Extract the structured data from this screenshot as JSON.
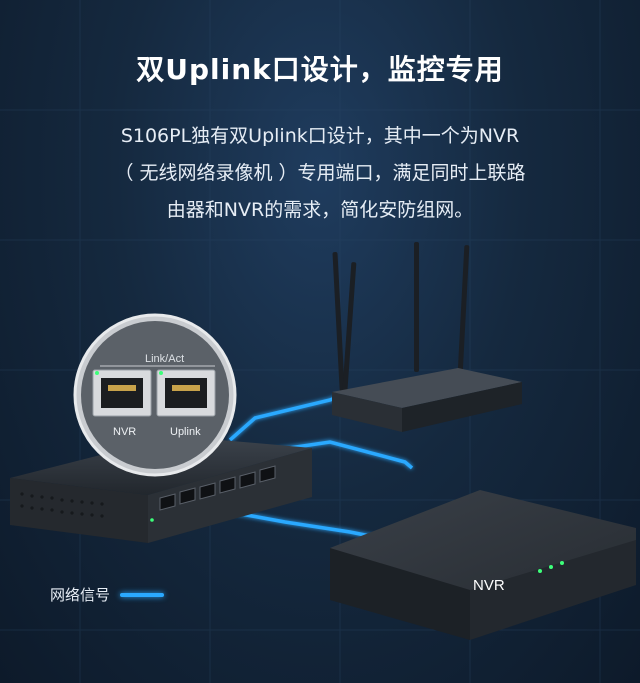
{
  "heading": "双Uplink口设计，监控专用",
  "description": {
    "line1": "S106PL独有双Uplink口设计，其中一个为NVR",
    "line2": "（ 无线网络录像机 ）专用端口，满足同时上联路",
    "line3": "由器和NVR的需求，简化安防组网。"
  },
  "zoom_callout": {
    "port_group_label": "Link/Act",
    "port_left_label": "NVR",
    "port_right_label": "Uplink"
  },
  "nvr_box_label": "NVR",
  "legend": {
    "label": "网络信号",
    "color": "#2aa9ff"
  },
  "colors": {
    "background": "#15293f",
    "signal": "#2aa9ff"
  }
}
